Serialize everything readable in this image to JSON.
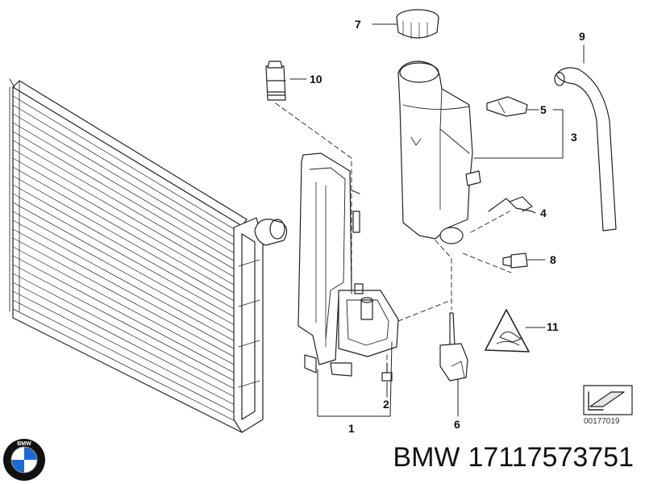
{
  "diagram": {
    "callouts": [
      "1",
      "2",
      "3",
      "4",
      "5",
      "6",
      "7",
      "8",
      "9",
      "10",
      "11"
    ],
    "reference_code": "00177019"
  },
  "footer": {
    "logo_text": "BMW",
    "brand": "BMW",
    "part_number": "17117573751"
  },
  "colors": {
    "line": "#222222",
    "logo_blue": "#1c69d4",
    "background": "#ffffff"
  }
}
